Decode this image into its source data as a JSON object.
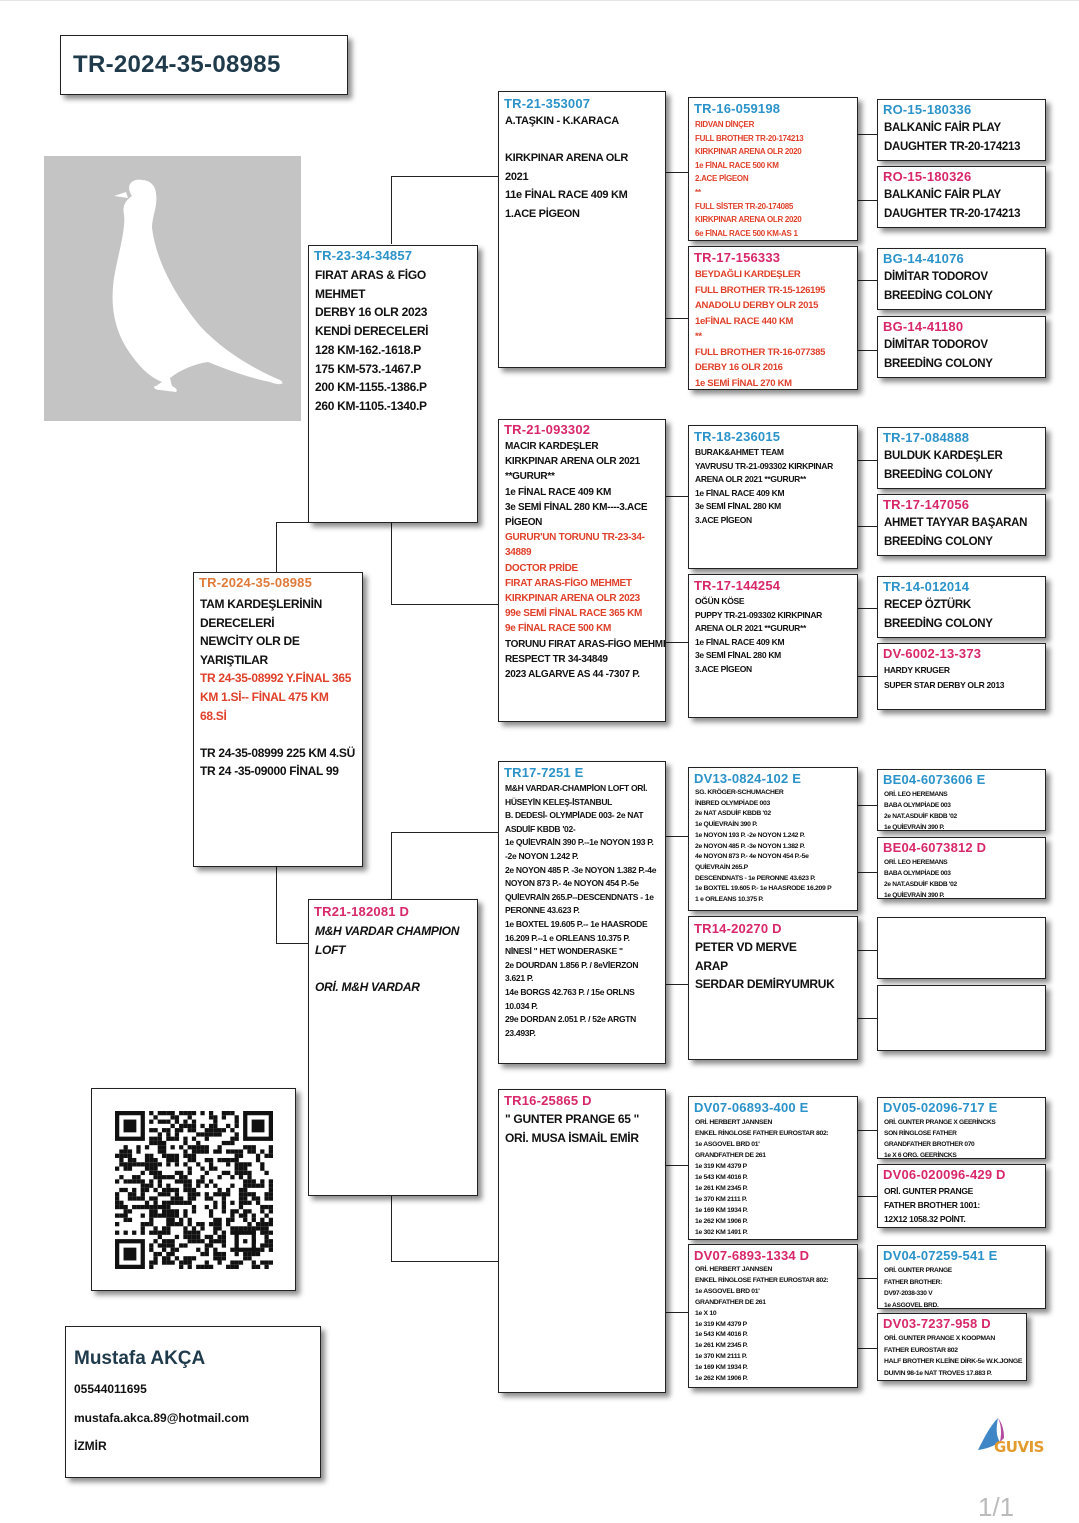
{
  "page_title": "TR-2024-35-08985",
  "owner": {
    "name": "Mustafa AKÇA",
    "phone": "05544011695",
    "email": "mustafa.akca.89@hotmail.com",
    "city": "İZMİR"
  },
  "logo_text": "GUVIS",
  "page_number": "1/1",
  "subject": {
    "ring": "TR-2024-35-08985",
    "lines": [
      "TAM KARDEŞLERİNİN",
      "DERECELERİ",
      "NEWCİTY OLR DE",
      "YARIŞTILAR",
      "TR 24-35-08992 Y.FİNAL 365",
      "KM 1.Sİ-- FİNAL 475 KM",
      "68.Sİ",
      "",
      "TR 24-35-08999 225 KM 4.SÜ",
      "TR 24 -35-09000 FİNAL 99"
    ]
  },
  "sire": {
    "ring": "TR-23-34-34857",
    "lines": [
      "FIRAT ARAS & FİGO",
      "MEHMET",
      "DERBY 16 OLR 2023",
      "KENDİ DERECELERİ",
      "128 KM-162.-1618.P",
      "175 KM-573.-1467.P",
      "200 KM-1155.-1386.P",
      "260 KM-1105.-1340.P"
    ]
  },
  "dam": {
    "ring": "TR21-182081 D",
    "lines": [
      "M&H VARDAR CHAMPION",
      "LOFT",
      "",
      "ORİ. M&H VARDAR"
    ]
  },
  "ss": {
    "ring": "TR-21-353007",
    "lines": [
      "A.TAŞKIN - K.KARACA",
      "",
      "KIRKPINAR ARENA OLR",
      "2021",
      "11e FİNAL RACE 409 KM",
      "1.ACE PİGEON"
    ]
  },
  "sd": {
    "ring": "TR-21-093302",
    "lines": [
      "MACIR KARDEŞLER",
      "KIRKPINAR ARENA OLR 2021",
      "**GURUR**",
      "1e FİNAL RACE 409 KM",
      "3e SEMİ FİNAL 280 KM----3.ACE",
      "PİGEON",
      "GURUR'UN TORUNU TR-23-34-",
      "34889",
      "DOCTOR PRİDE",
      "FIRAT ARAS-FİGO MEHMET",
      "KIRKPINAR ARENA OLR 2023",
      "99e SEMİ FİNAL RACE 365 KM",
      "9e FİNAL RACE 500 KM",
      "TORUNU FIRAT ARAS-FİGO MEHMET",
      "RESPECT  TR 34-34849",
      "2023 ALGARVE AS 44 -7307 P."
    ]
  },
  "ds": {
    "ring": "TR17-7251 E",
    "lines": [
      "M&H VARDAR-CHAMPİON LOFT ORİ.",
      "HÜSEYİN KELEŞ-İSTANBUL",
      "B. DEDESİ- OLYMPİADE 003- 2e NAT",
      "ASDUİF KBDB '02-",
      "1e QUİEVRAİN 390 P.--1e NOYON 193 P.",
      "-2e NOYON 1.242 P.",
      "2e NOYON 485 P. -3e NOYON 1.382 P.-4e",
      "NOYON 873 P.- 4e NOYON 454 P.-5e",
      "QUİEVRAİN 265.P--DESCENDNATS - 1e",
      "PERONNE 43.623 P.",
      "1e BOXTEL 19.605 P.-- 1e HAASRODE",
      "16.209 P.--1 e ORLEANS 10.375 P.",
      "NİNESİ \" HET WONDERASKE \"",
      "2e DOURDAN 1.856 P. / 8eVİERZON",
      "3.621 P.",
      "14e BORGS 42.763 P. / 15e ORLNS",
      "10.034 P.",
      "29e DORDAN 2.051 P. / 52e ARGTN",
      "23.493P."
    ]
  },
  "dd": {
    "ring": "TR16-25865 D",
    "lines": [
      "\" GUNTER PRANGE 65 \"",
      "ORİ. MUSA İSMAİL EMİR"
    ]
  },
  "sss": {
    "ring": "TR-16-059198",
    "lines": [
      "RIDVAN DİNÇER",
      "FULL BROTHER TR-20-174213",
      "KIRKPINAR ARENA OLR 2020",
      "1e FİNAL RACE 500 KM",
      "2.ACE PİGEON",
      "**",
      "FULL SİSTER TR-20-174085",
      "KIRKPINAR ARENA OLR 2020",
      "6e FİNAL RACE 500 KM-AS 1"
    ]
  },
  "ssd": {
    "ring": "TR-17-156333",
    "lines": [
      "BEYDAĞLI KARDEŞLER",
      "FULL BROTHER TR-15-126195",
      "ANADOLU DERBY OLR 2015",
      "1eFİNAL RACE 440 KM",
      "**",
      "FULL BROTHER TR-16-077385",
      "DERBY 16 OLR 2016",
      "1e SEMİ FİNAL 270 KM"
    ]
  },
  "sds": {
    "ring": "TR-18-236015",
    "lines": [
      "BURAK&AHMET TEAM",
      "YAVRUSU TR-21-093302 KIRKPINAR",
      "ARENA OLR 2021 **GURUR**",
      "1e FİNAL RACE 409 KM",
      "3e SEMİ FİNAL 280 KM",
      "3.ACE PİGEON"
    ]
  },
  "sdd": {
    "ring": "TR-17-144254",
    "lines": [
      "OĞÜN KÖSE",
      "PUPPY TR-21-093302 KIRKPINAR",
      "ARENA OLR 2021 **GURUR**",
      "1e FİNAL RACE 409 KM",
      "3e SEMİ FİNAL 280 KM",
      "3.ACE PİGEON"
    ]
  },
  "dss": {
    "ring": "DV13-0824-102 E",
    "lines": [
      "SG. KRÖGER-SCHUMACHER",
      "İNBRED OLYMPİADE 003",
      "2e NAT ASDUİF KBDB '02",
      "1e QUİEVRAİN 390 P.",
      "1e NOYON 193 P. -2e NOYON 1.242 P.",
      "2e NOYON 485 P. -3e NOYON 1.382 P.",
      "4e NOYON 873 P.- 4e NOYON 454 P.-5e",
      "QUİEVRAİN 265.P",
      "DESCENDNATS - 1e PERONNE 43.623 P.",
      "1e BOXTEL 19.605 P.- 1e HAASRODE 16.209 P",
      "1 e ORLEANS 10.375 P."
    ]
  },
  "dsd": {
    "ring": "TR14-20270 D",
    "lines": [
      "PETER VD MERVE",
      "   ARAP",
      "SERDAR DEMİRYUMRUK"
    ]
  },
  "dds": {
    "ring": "DV07-06893-400 E",
    "lines": [
      "ORİ. HERBERT JANNSEN",
      "ENKEL RİNGLOSE FATHER EUROSTAR 802:",
      "1e ASGOVEL BRD 01'",
      "GRANDFATHER DE 261",
      "1e 319 KM 4379 P",
      "1e 543 KM 4016 P.",
      "1e 261 KM 2345 P.",
      "1e 370 KM 2111 P.",
      "1e 169 KM 1934 P.",
      "1e 262 KM 1906 P.",
      "1e 302 KM 1491 P."
    ]
  },
  "ddd": {
    "ring": "DV07-6893-1334 D",
    "lines": [
      "ORİ. HERBERT JANNSEN",
      "ENKEL RİNGLOSE FATHER EUROSTAR 802:",
      "1e ASGOVEL BRD 01'",
      "GRANDFATHER DE 261",
      "1e X 10",
      "1e 319 KM 4379 P",
      "1e 543 KM 4016 P.",
      "1e 261 KM 2345 P.",
      "1e 370 KM 2111 P.",
      "1e 169 KM 1934 P.",
      "1e 262 KM 1906 P."
    ]
  },
  "g1": {
    "ring": "RO-15-180336",
    "lines": [
      "BALKANİC FAİR PLAY",
      "DAUGHTER TR-20-174213"
    ]
  },
  "g2": {
    "ring": "RO-15-180326",
    "lines": [
      "BALKANİC FAİR PLAY",
      "DAUGHTER TR-20-174213"
    ]
  },
  "g3": {
    "ring": "BG-14-41076",
    "lines": [
      "DİMİTAR TODOROV",
      "BREEDİNG COLONY"
    ]
  },
  "g4": {
    "ring": "BG-14-41180",
    "lines": [
      "DİMİTAR TODOROV",
      "BREEDİNG COLONY"
    ]
  },
  "g5": {
    "ring": "TR-17-084888",
    "lines": [
      "BULDUK KARDEŞLER",
      "BREEDİNG COLONY"
    ]
  },
  "g6": {
    "ring": "TR-17-147056",
    "lines": [
      "AHMET TAYYAR BAŞARAN",
      "BREEDİNG COLONY"
    ]
  },
  "g7": {
    "ring": "TR-14-012014",
    "lines": [
      "RECEP ÖZTÜRK",
      "BREEDİNG COLONY"
    ]
  },
  "g8": {
    "ring": "DV-6002-13-373",
    "lines": [
      "HARDY KRUGER",
      "SUPER STAR DERBY OLR 2013"
    ]
  },
  "g9": {
    "ring": "BE04-6073606 E",
    "lines": [
      "ORİ. LEO HEREMANS",
      "BABA OLYMPİADE 003",
      "2e NAT.ASDUİF KBDB '02",
      "1e QUİEVRAİN 390 P."
    ]
  },
  "g10": {
    "ring": "BE04-6073812 D",
    "lines": [
      "ORİ. LEO HEREMANS",
      "BABA OLYMPİADE 003",
      "2e NAT.ASDUİF KBDB '02",
      "1e QUİEVRAİN 390 P."
    ]
  },
  "g11": {
    "ring": "",
    "lines": []
  },
  "g12": {
    "ring": "",
    "lines": []
  },
  "g13": {
    "ring": "DV05-02096-717 E",
    "lines": [
      "ORİ. GUNTER PRANGE X GEERİNCKS",
      "SON RİNGLOSE FATHER",
      "GRANDFATHER BROTHER 070",
      "1e X 6 ORG. GEERİNCKS"
    ]
  },
  "g14": {
    "ring": "DV06-020096-429 D",
    "lines": [
      "ORİ. GUNTER PRANGE",
      "FATHER BROTHER 1001:",
      "12X12 1058.32 POİNT."
    ]
  },
  "g15": {
    "ring": "DV04-07259-541 E",
    "lines": [
      "ORİ. GUNTER PRANGE",
      "FATHER BROTHER:",
      "DV97-2038-330 V",
      "1e ASGOVEL BRD."
    ]
  },
  "g16": {
    "ring": "DV03-7237-958 D",
    "lines": [
      "ORİ. GUNTER PRANGE X KOOPMAN",
      "FATHER EUROSTAR 802",
      "HALF BROTHER KLEİNE DİRK-5e W.K.JONGE",
      "DUIVIN 98-1e NAT TROVES 17.883 P."
    ]
  }
}
